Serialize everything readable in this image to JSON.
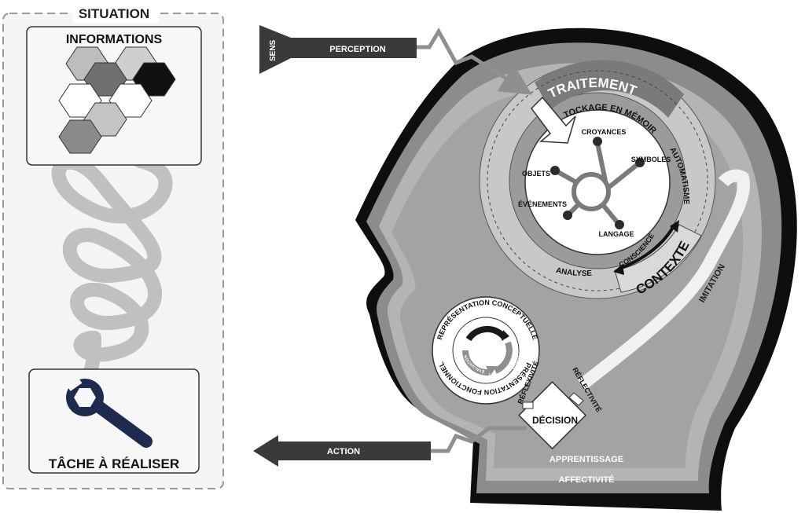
{
  "situation": {
    "title": "SITUATION",
    "informations_title": "INFORMATIONS",
    "tache_title": "TÂCHE À RÉALISER"
  },
  "inputs": {
    "sens": "SENS",
    "perception": "PERCEPTION",
    "action": "ACTION"
  },
  "traitement": {
    "title": "TRAITEMENT",
    "stockage": "STOCKAGE EN MÉMOIRE",
    "items": {
      "croyances": "CROYANCES",
      "symboles": "SYMBOLES",
      "objets": "OBJETS",
      "evenements": "ÉVÉNEMENTS",
      "langage": "LANGAGE"
    },
    "automatisme": "AUTOMATISME",
    "analyse": "ANALYSE",
    "conscience": "CONSCIENCE",
    "contexte": "CONTEXTE"
  },
  "representation": {
    "conceptuelle": "REPRÉSENTATION CONCEPTUELLE",
    "fonctionnelle": "REPRÉSENTATION FONCTIONNELLE",
    "comprehension": "COMPRÉHENSION",
    "raisonnement": "RAISONNEMENT",
    "evaluation": "ÉVALUATION"
  },
  "decision": {
    "label": "DÉCISION",
    "reflexivite": "RÉFLEXIVITÉ",
    "reflectivite": "RÉFLECTIVITÉ"
  },
  "outer": {
    "imitation": "IMITATION",
    "apprentissage": "APPRENTISSAGE",
    "affectivite": "AFFECTIVITÉ"
  }
}
